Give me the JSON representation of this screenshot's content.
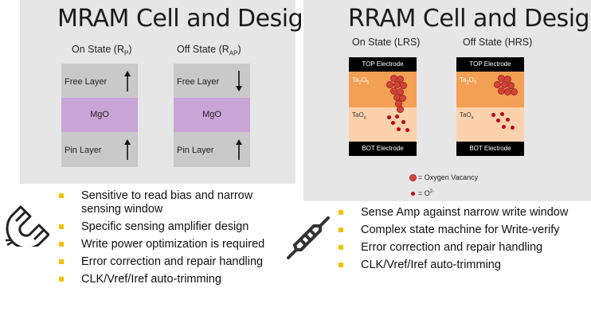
{
  "mram": {
    "title": "MRAM Cell and Design",
    "on_state": "On State (R",
    "on_sub": "P",
    "off_state": "Off State (R",
    "off_sub": "AP",
    "close_paren": ")",
    "free_layer": "Free Layer",
    "mgo": "MgO",
    "pin_layer": "Pin Layer",
    "bullets": [
      "Sensitive to read bias and narrow sensing window",
      "Specific sensing amplifier design",
      "Write power optimization is required",
      "Error correction and repair handling",
      "CLK/Vref/Iref auto-trimming"
    ],
    "icon": "magnet-icon"
  },
  "rram": {
    "title": "RRAM Cell and Design",
    "on_state": "On State (LRS)",
    "off_state": "Off State (HRS)",
    "top_electrode": "TOP Electrode",
    "bot_electrode": "BOT Electrode",
    "ta2o5": "Ta",
    "ta2o5_sub1": "2",
    "ta2o5_o": "O",
    "ta2o5_sub2": "5",
    "taox": "TaO",
    "taox_sub": "x",
    "legend_vacancy": "= Oxygen Vacancy",
    "legend_ion": "= O",
    "legend_ion_sup": "2-",
    "bullets": [
      "Sense Amp against narrow write window",
      "Complex state machine for Write-verify",
      "Error correction and repair handling",
      "CLK/Vref/Iref auto-trimming"
    ],
    "icon": "resistor-icon"
  },
  "colors": {
    "panel": "#e7e6e6",
    "mgo": "#c8a5d6",
    "ta2o5": "#f4a054",
    "taox": "#fcd2ad",
    "bullet": "#f5c000"
  }
}
